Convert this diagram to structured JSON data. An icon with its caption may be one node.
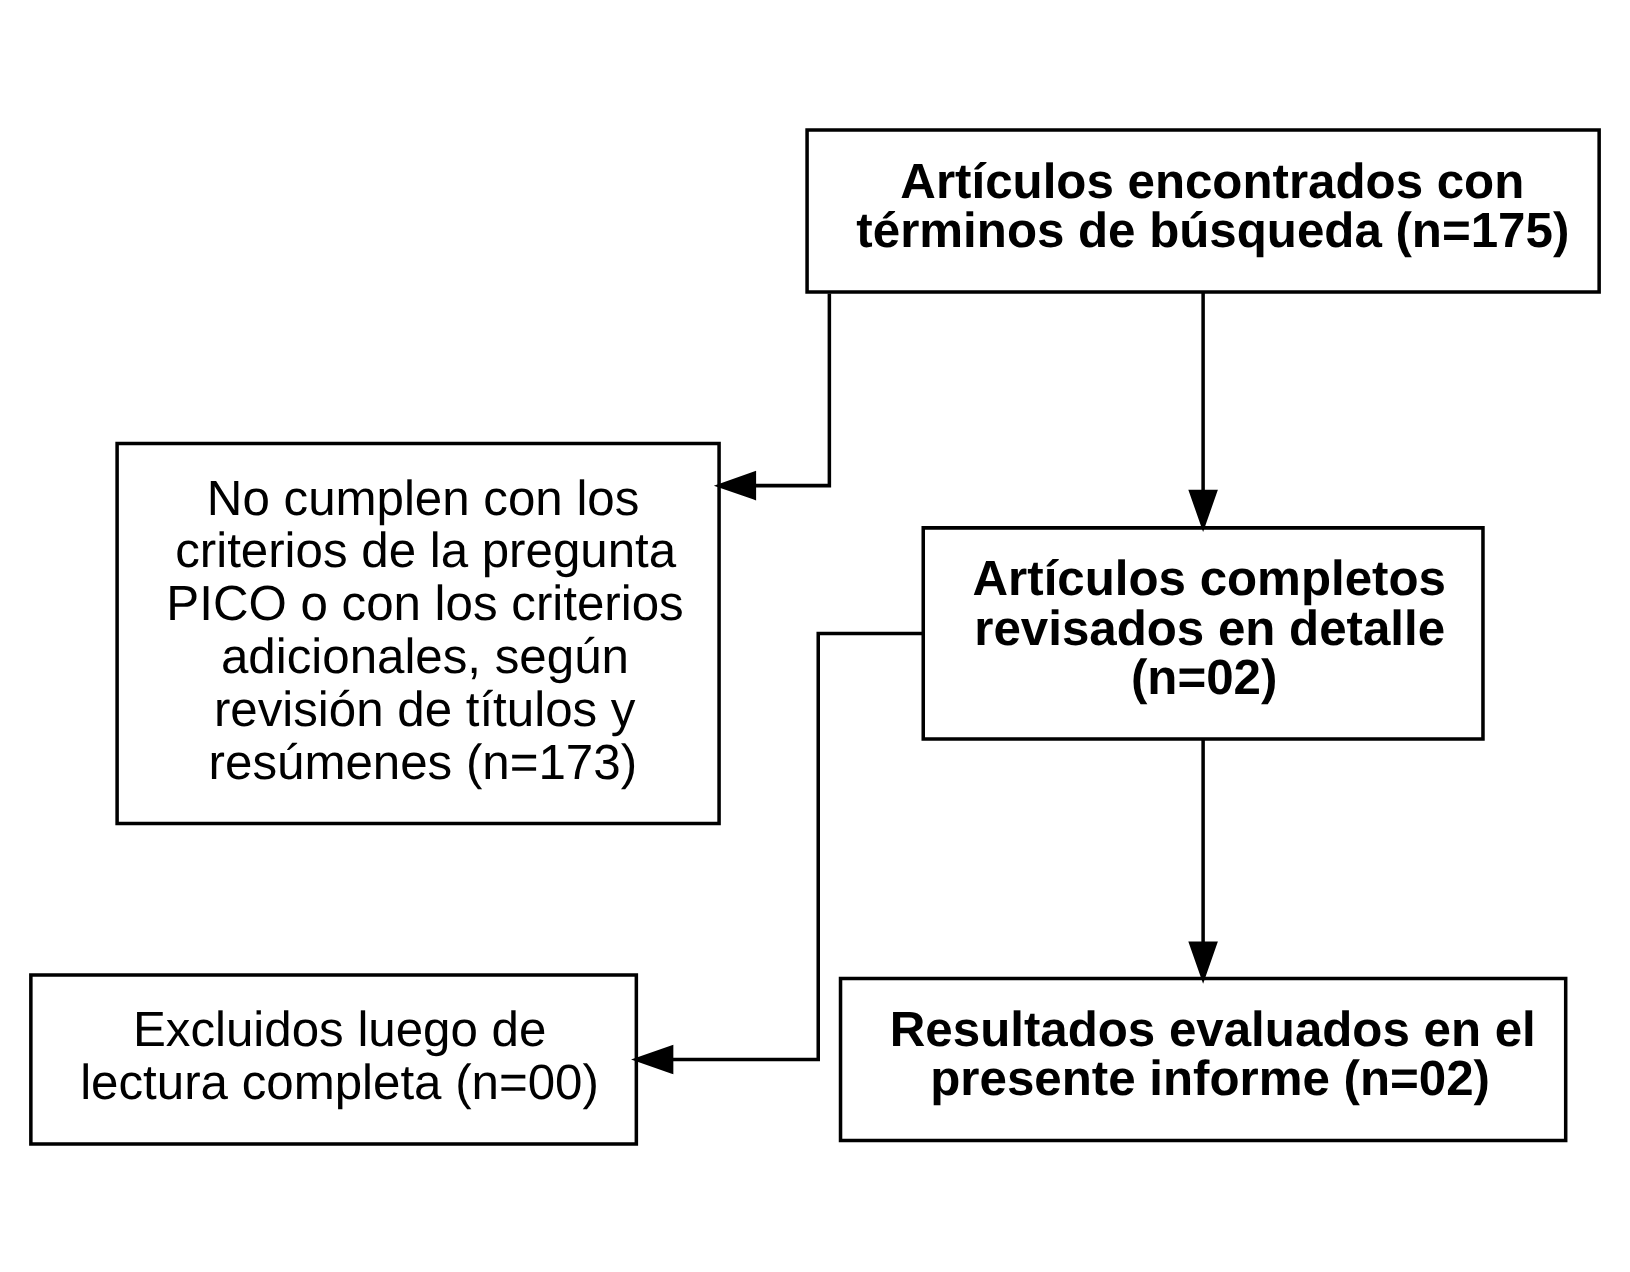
{
  "diagram": {
    "nodes": [
      {
        "text": [
          "Artículos encontrados con términos de búsqueda (n=175)"
        ]
      },
      {
        "text": [
          "No cumplen con los criterios de la pregunta PICO o con los criterios adicionales, según revisión de títulos y resúmenes (n=173)"
        ]
      },
      {
        "text": [
          "Artículos completos revisados en detalle (n=02)"
        ]
      },
      {
        "text": [
          "Excluidos luego de lectura completa (n=00)"
        ]
      },
      {
        "text": [
          "Resultados evaluados en el presente informe (n=02)"
        ]
      }
    ],
    "edges": [
      {
        "from": 0,
        "to": 2,
        "arrow": "to"
      },
      {
        "from": 0,
        "to": 1,
        "arrow": "to"
      },
      {
        "from": 2,
        "to": 4,
        "arrow": "to"
      },
      {
        "from": 2,
        "to": 3,
        "arrow": "to"
      }
    ]
  }
}
